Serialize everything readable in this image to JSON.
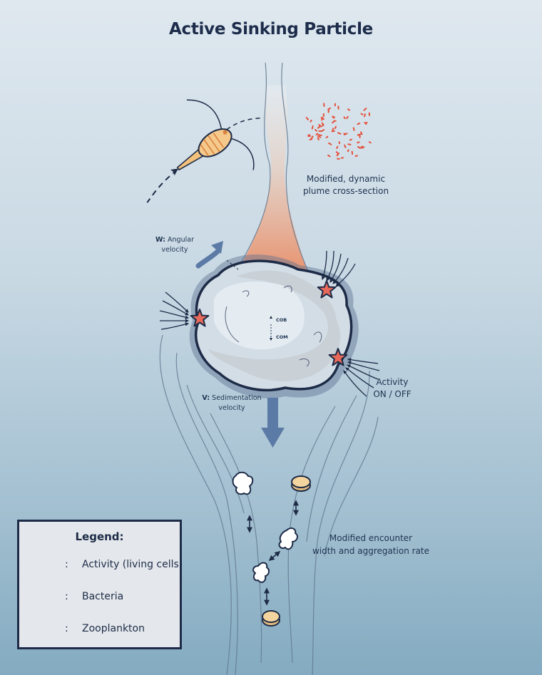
{
  "title": "Active Sinking Particle",
  "labels": {
    "plume": [
      "Modified, dynamic",
      "plume cross-section"
    ],
    "angular_key": "W:",
    "angular": [
      "Angular",
      "velocity"
    ],
    "sed_key": "V:",
    "sedimentation": [
      "Sedimentation",
      "velocity"
    ],
    "activity": [
      "Activity",
      "ON / OFF"
    ],
    "encounter": [
      "Modified encounter",
      "width and aggregation rate"
    ],
    "cob": "COB",
    "com": "COM"
  },
  "legend": {
    "title": "Legend:",
    "items": [
      {
        "icon": "star-icon",
        "colon": ":",
        "text": "Activity (living cells)"
      },
      {
        "icon": "bacteria-icon",
        "colon": ":",
        "text": "Bacteria"
      },
      {
        "icon": "zooplankton-icon",
        "colon": ":",
        "text": "Zooplankton"
      }
    ]
  },
  "colors": {
    "outline": "#1d2b47",
    "star": "#e8695a",
    "bacteria": "#e4513c",
    "plume": "#e89a78",
    "arrow": "#5b7aa6",
    "pellet": "#f3d49e"
  }
}
